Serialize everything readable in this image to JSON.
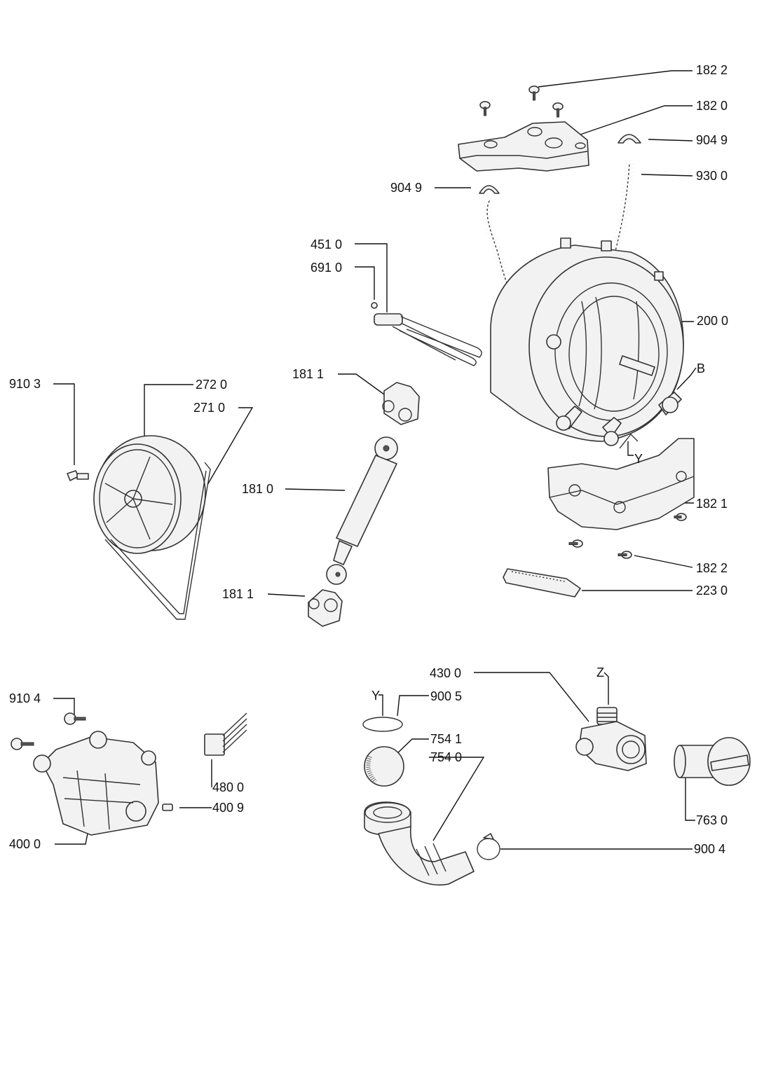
{
  "labels": {
    "l1": "182 2",
    "l2": "182 0",
    "l3": "904 9",
    "l4": "930 0",
    "l5": "904 9",
    "l6": "451 0",
    "l7": "691 0",
    "l8": "200 0",
    "l9": "B",
    "l10": "181 1",
    "l11": "910 3",
    "l12": "272 0",
    "l13": "271 0",
    "l14": "181 0",
    "l15": "Y",
    "l16": "182 1",
    "l17": "182 2",
    "l18": "223 0",
    "l19": "181 1",
    "l20": "430 0",
    "l21": "Z",
    "l22": "Y",
    "l23": "900 5",
    "l24": "910 4",
    "l25": "754 1",
    "l26": "754 0",
    "l27": "480 0",
    "l28": "400 9",
    "l29": "763 0",
    "l30": "400 0",
    "l31": "900 4"
  }
}
